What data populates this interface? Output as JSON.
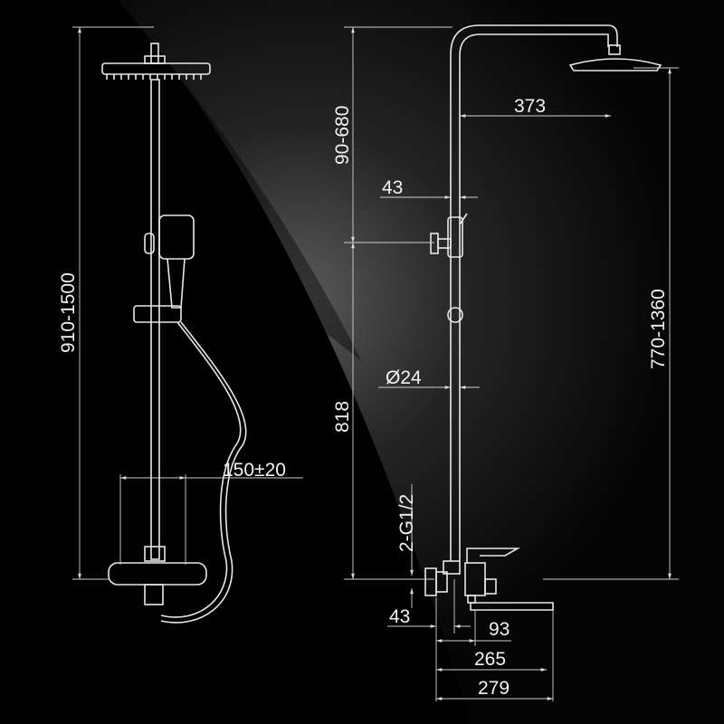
{
  "colors": {
    "background": "#000000",
    "glow": "#5a5a5a",
    "line": "#e8e8e8"
  },
  "dimensions": {
    "front_total_height": "910-1500",
    "inlet_spacing": "150±20",
    "head_adjust": "90-680",
    "arm_reach": "373",
    "diverter_offset": "43",
    "side_height": "770-1360",
    "pipe_diameter": "Ø24",
    "mixer_height": "818",
    "inlet_thread": "2-G1/2",
    "inlet_depth": "43",
    "spout_a": "93",
    "spout_b": "265",
    "spout_c": "279"
  }
}
